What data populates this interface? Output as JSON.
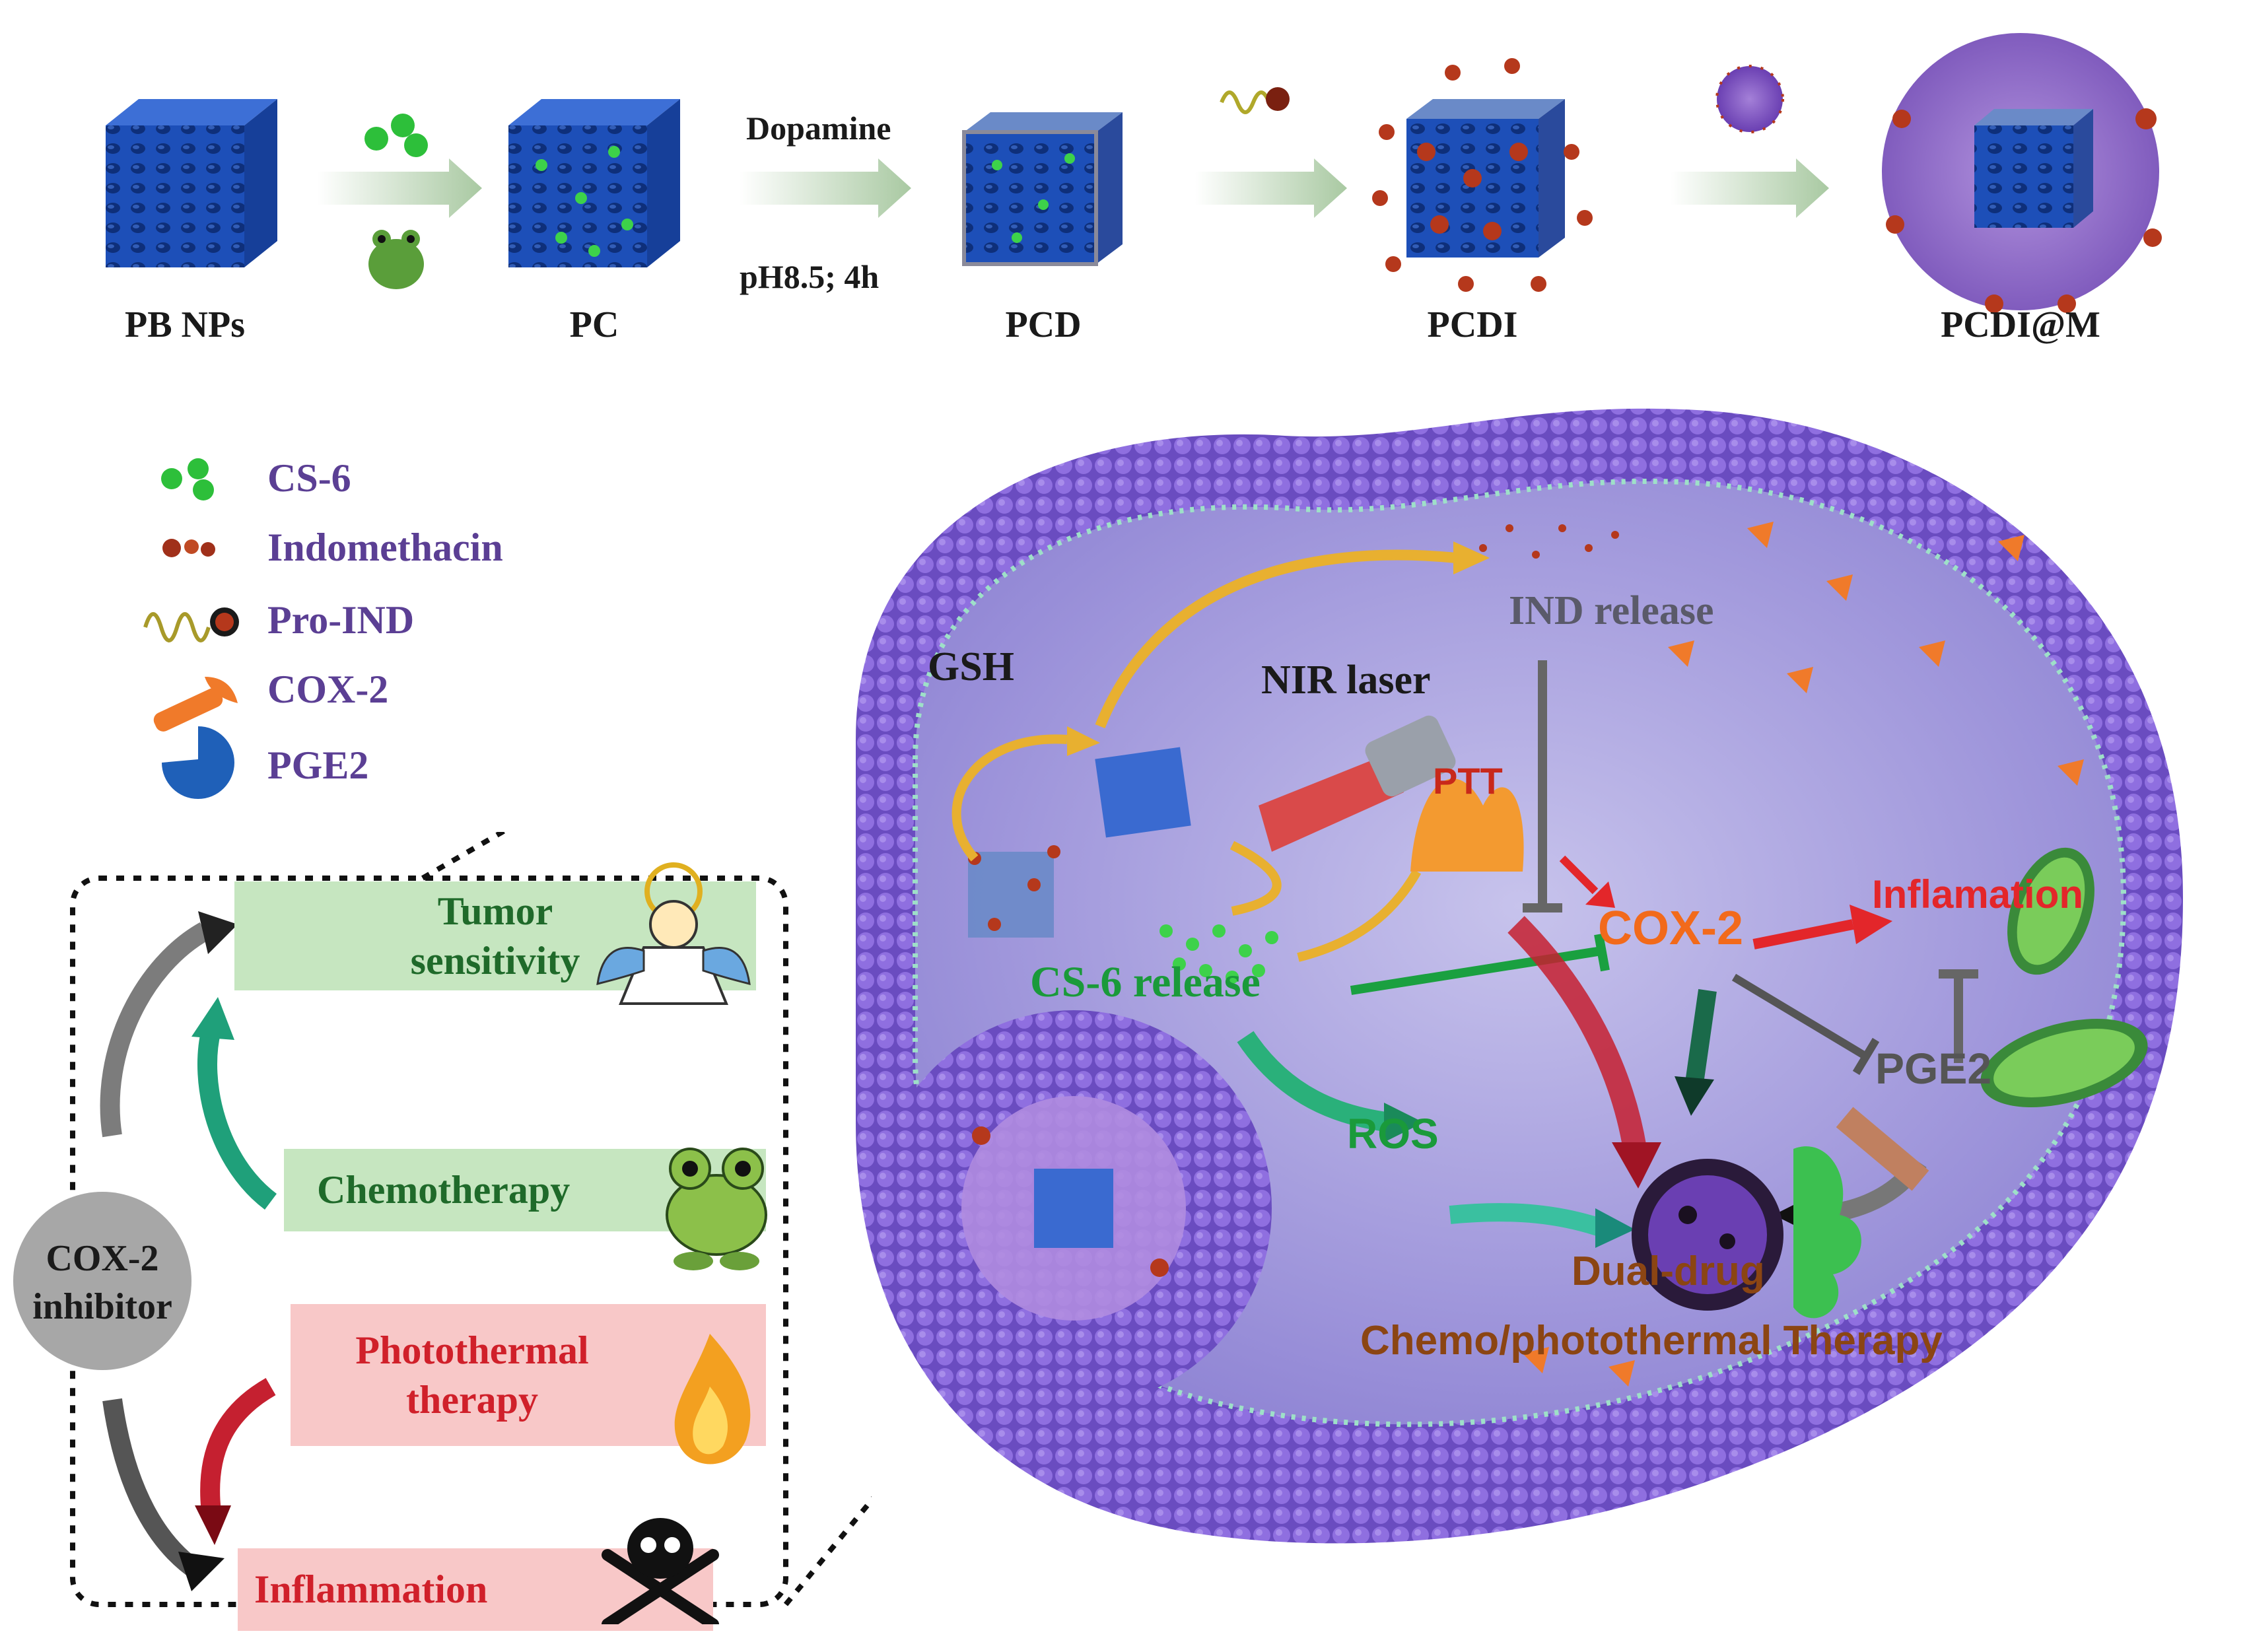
{
  "top_pipeline": {
    "steps": [
      "PB NPs",
      "PC",
      "PCD",
      "PCDI",
      "PCDI@M"
    ],
    "dopamine_label": "Dopamine",
    "condition_label": "pH8.5; 4h"
  },
  "legend": {
    "items": [
      "CS-6",
      "Indomethacin",
      "Pro-IND",
      "COX-2",
      "PGE2"
    ]
  },
  "left_panel": {
    "center_label_line1": "COX-2",
    "center_label_line2": "inhibitor",
    "boxes": {
      "tumor_line1": "Tumor",
      "tumor_line2": "sensitivity",
      "chemo": "Chemotherapy",
      "ptt_line1": "Photothermal",
      "ptt_line2": "therapy",
      "inflammation": "Inflammation"
    }
  },
  "cell": {
    "ind_release": "IND release",
    "gsh": "GSH",
    "nir_laser": "NIR laser",
    "ptt": "PTT",
    "cox2": "COX-2",
    "inflamation": "Inflamation",
    "cs6_release": "CS-6 release",
    "pge2": "PGE2",
    "ros": "ROS",
    "dual_line1": "Dual-drug",
    "dual_line2": "Chemo/photothermal Therapy"
  },
  "colors": {
    "pb_blue": "#1f4fb0",
    "arrow_green": "#b8d4b0",
    "legend_purple": "#5b3f94",
    "cell_purple": "#7a5cc4",
    "box_green": "#c6e6c0",
    "box_pink": "#f8c8c8",
    "cox2_orange": "#f26a1b",
    "inflam_red": "#e3262a",
    "cs6_green": "#1a9a3a",
    "dual_brown": "#8b4513"
  }
}
